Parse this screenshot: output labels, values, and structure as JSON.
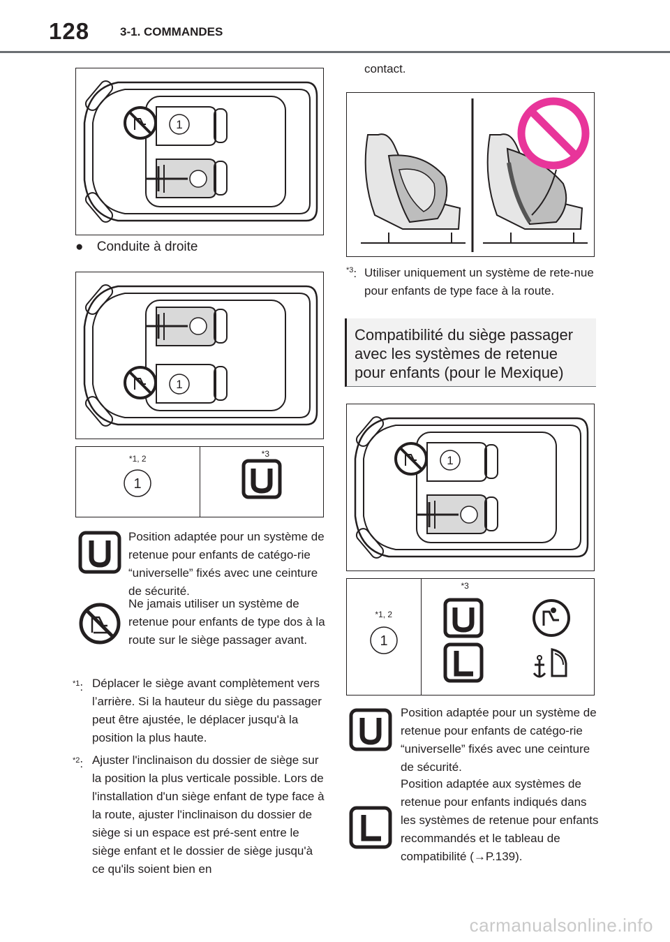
{
  "header": {
    "page_number": "128",
    "section": "3-1. COMMANDES"
  },
  "left_column": {
    "bullet_label": "Conduite à droite",
    "table": {
      "col1_note": "*1, 2",
      "col2_note": "*3",
      "seat_number": "1"
    },
    "legend": [
      {
        "icon": "universal-u-icon",
        "text": "Position adaptée pour un système de retenue pour enfants de catégo-rie “universelle” fixés avec une ceinture de sécurité."
      },
      {
        "icon": "no-rear-facing-seat-icon",
        "text": "Ne jamais utiliser un système de retenue pour enfants de type dos à la route sur le siège passager avant."
      }
    ],
    "footnotes": [
      {
        "mark": "*1",
        "text": "Déplacer le siège avant complètement vers l’arrière. Si la hauteur du siège du passager peut être ajustée, le déplacer jusqu'à la position la plus haute."
      },
      {
        "mark": "*2",
        "text": "Ajuster l'inclinaison du dossier de siège sur la position la plus verticale possible. Lors de l'installation d'un siège enfant de type face à la route, ajuster l'inclinaison du dossier de siège si un espace est pré-sent entre le siège enfant et le dossier de siège jusqu'à ce qu'ils soient bien en"
      }
    ]
  },
  "right_column": {
    "continued_text": "contact.",
    "footnote3": {
      "mark": "*3",
      "text": "Utiliser uniquement un système de rete-nue pour enfants de type face à la route."
    },
    "heading": "Compatibilité du siège passager avec les systèmes de retenue pour enfants (pour le Mexique)",
    "table": {
      "col1_note": "*1, 2",
      "col2_note": "*3",
      "seat_number": "1"
    },
    "legend": [
      {
        "icon": "universal-u-icon",
        "text": "Position adaptée pour un système de retenue pour enfants de catégo-rie “universelle” fixés avec une ceinture de sécurité."
      },
      {
        "icon": "l-category-icon",
        "text": "Position adaptée aux systèmes de retenue pour enfants indiqués dans les systèmes de retenue pour enfants recommandés et le tableau de compatibilité (→P.139)."
      }
    ]
  },
  "colors": {
    "prohibited_sign": "#e8359a",
    "text": "#231f20",
    "rule": "#6b6f73"
  },
  "watermark": "carmanualsonline.info"
}
